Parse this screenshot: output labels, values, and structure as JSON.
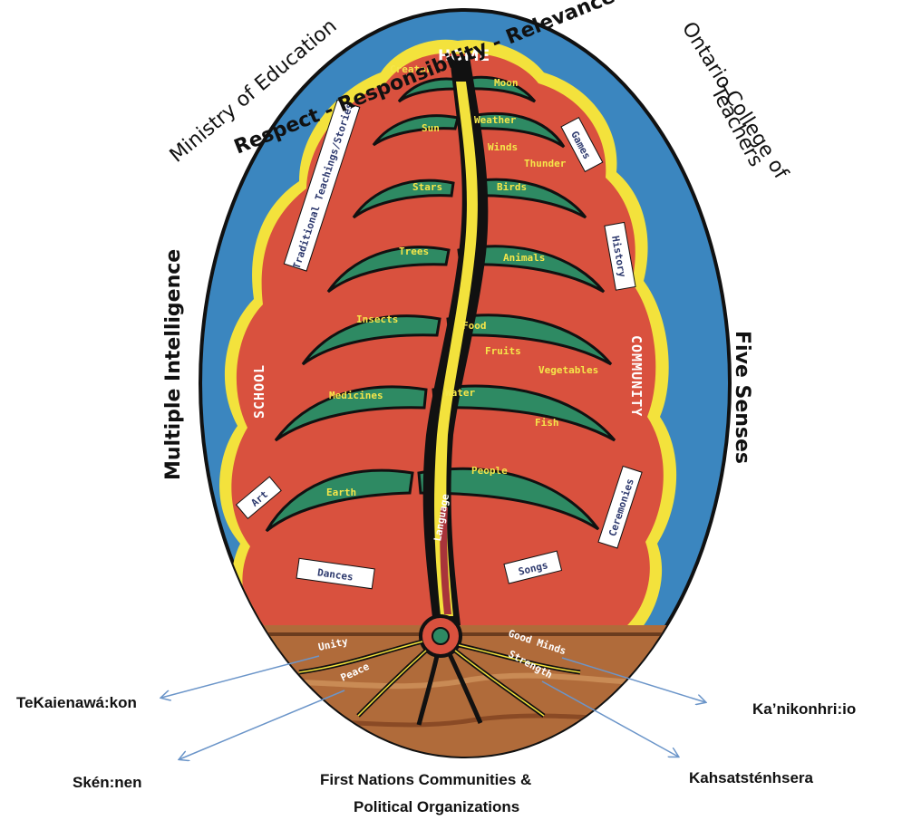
{
  "outer": {
    "ministry": "Ministry of Education",
    "respect_line": "Respect - Responsibility - Relevance - Reciprocity",
    "college_line1": "Ontario College of",
    "college_line2": "Teachers",
    "multiple": "Multiple Intelligence",
    "five_senses": "Five Senses"
  },
  "tree": {
    "home": "HOME",
    "language": "Language",
    "school": "SCHOOL",
    "community": "COMMUNITY",
    "branch_labels": {
      "creator": "Creator",
      "moon": "Moon",
      "sun": "Sun",
      "weather": "Weather",
      "winds": "Winds",
      "thunder": "Thunder",
      "stars": "Stars",
      "birds": "Birds",
      "trees": "Trees",
      "animals": "Animals",
      "insects": "Insects",
      "food": "Food",
      "fruits": "Fruits",
      "vegetables": "Vegetables",
      "medicines": "Medicines",
      "water": "Water",
      "fish": "Fish",
      "earth": "Earth",
      "people": "People"
    },
    "root_labels": {
      "unity": "Unity",
      "peace": "Peace",
      "good_minds": "Good Minds",
      "strength": "Strength"
    }
  },
  "cards": {
    "traditional": "Traditional Teachings/Stories",
    "games": "Games",
    "history": "History",
    "art": "Art",
    "ceremonies": "Ceremonies",
    "dances": "Dances",
    "songs": "Songs"
  },
  "footer": {
    "tekaienawa": "TeKaienawá:kon",
    "skennen": "Skén:nen",
    "first_nations_line1": "First Nations Communities &",
    "first_nations_line2": "Political Organizations",
    "kanikonhri": "Ka’nikonhri:io",
    "kahsatstenhsera": "Kahsatsténhsera"
  },
  "colors": {
    "sky": "#3b86bf",
    "red": "#d9513e",
    "yellow": "#f3e23c",
    "green": "#2e8a63",
    "soil": "#b06b3a",
    "arrow": "#6b95c9"
  }
}
